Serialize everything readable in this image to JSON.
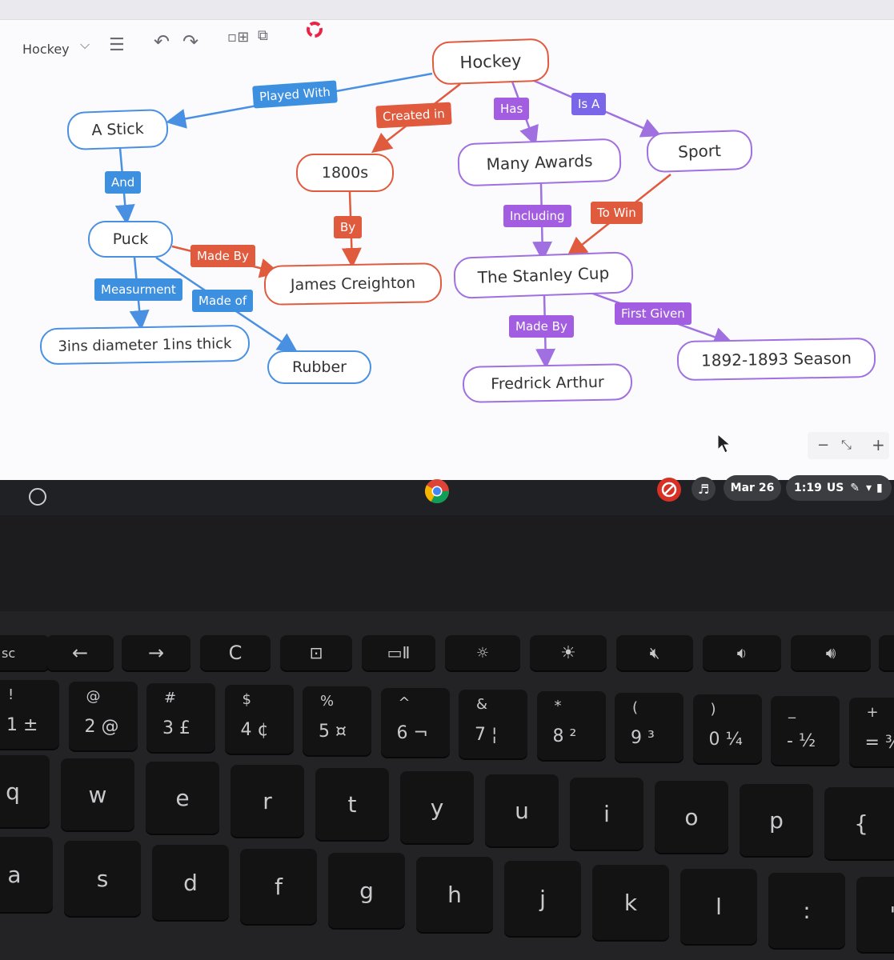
{
  "toolbar": {
    "map_name": "Hockey"
  },
  "nodes": {
    "hockey": "Hockey",
    "a_stick": "A Stick",
    "year_1800s": "1800s",
    "many_awards": "Many Awards",
    "sport": "Sport",
    "puck": "Puck",
    "james_creighton": "James Creighton",
    "stanley_cup": "The Stanley Cup",
    "measurement": "3ins diameter 1ins thick",
    "rubber": "Rubber",
    "fredrick_arthur": "Fredrick Arthur",
    "season": "1892-1893 Season"
  },
  "links": {
    "played_with": "Played With",
    "created_in": "Created in",
    "has": "Has",
    "is_a": "Is A",
    "and": "And",
    "by": "By",
    "including": "Including",
    "to_win": "To Win",
    "made_by_red": "Made By",
    "measurment": "Measurment",
    "made_of": "Made of",
    "made_by_purple": "Made By",
    "first_given": "First Given"
  },
  "colors": {
    "blue": "#4a90e2",
    "red": "#e05a3e",
    "purple": "#a070e0"
  },
  "shelf": {
    "date": "Mar 26",
    "time": "1:19",
    "locale": "US"
  },
  "keys": {
    "row_fn": [
      "sc",
      "←",
      "→",
      "C"
    ],
    "row_num": [
      {
        "top": "!",
        "bottom": "1 ±"
      },
      {
        "top": "@",
        "bottom": "2 @"
      },
      {
        "top": "#",
        "bottom": "3 £"
      },
      {
        "top": "$",
        "bottom": "4 ¢"
      },
      {
        "top": "%",
        "bottom": "5 ¤"
      },
      {
        "top": "^",
        "bottom": "6 ¬"
      },
      {
        "top": "&",
        "bottom": "7 ¦"
      },
      {
        "top": "*",
        "bottom": "8 ²"
      },
      {
        "top": "(",
        "bottom": "9 ³"
      },
      {
        "top": ")",
        "bottom": "0 ¼"
      },
      {
        "top": "_",
        "bottom": "- ½"
      },
      {
        "top": "+",
        "bottom": "= ¾"
      }
    ],
    "row_q": [
      "q",
      "w",
      "e",
      "r",
      "t",
      "y",
      "u",
      "i",
      "o",
      "p",
      "{"
    ],
    "row_a": [
      "a",
      "s",
      "d",
      "f",
      "g",
      "h",
      "j",
      "k",
      "l",
      ":",
      "\""
    ]
  }
}
